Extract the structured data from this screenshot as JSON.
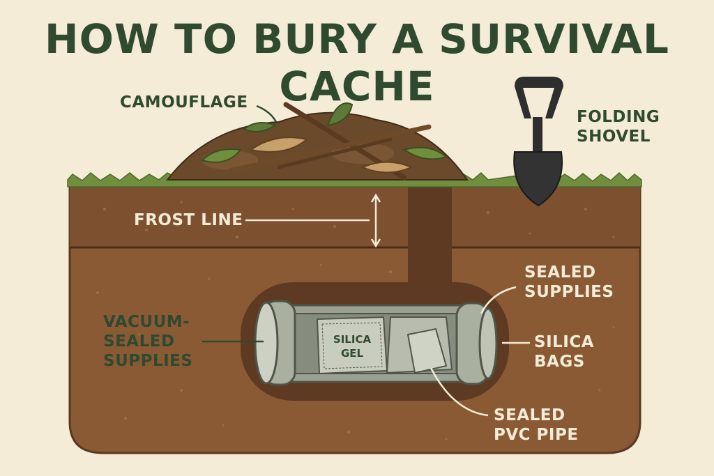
{
  "title": "HOW TO BURY A SURVIVAL CACHE",
  "labels": {
    "camouflage": "CAMOUFLAGE",
    "folding_shovel": [
      "FOLDING",
      "SHOVEL"
    ],
    "frost_line": "FROST LINE",
    "sealed_supplies": [
      "SEALED",
      "SUPPLIES"
    ],
    "vacuum_sealed_supplies": [
      "VACUUM-",
      "SEALED",
      "SUPPLIES"
    ],
    "silica_bags": [
      "SILICA",
      "BAGS"
    ],
    "sealed_pvc_pipe": [
      "SEALED",
      "PVC PIPE"
    ],
    "silica_gel_packet": [
      "SILICA",
      "GEL"
    ]
  },
  "colors": {
    "background": "#f4ecd6",
    "title_text": "#2f4a2e",
    "label_text": "#2f4a2e",
    "soil_label_text": "#f4ecd6",
    "soil": "#8a5a35",
    "soil_dark": "#6b4226",
    "grass": "#6f8f3e",
    "pipe": "#9aa192"
  },
  "icons": [
    "folding-shovel-icon",
    "camouflage-pile-icon",
    "pvc-pipe-icon",
    "silica-gel-packet-icon"
  ]
}
